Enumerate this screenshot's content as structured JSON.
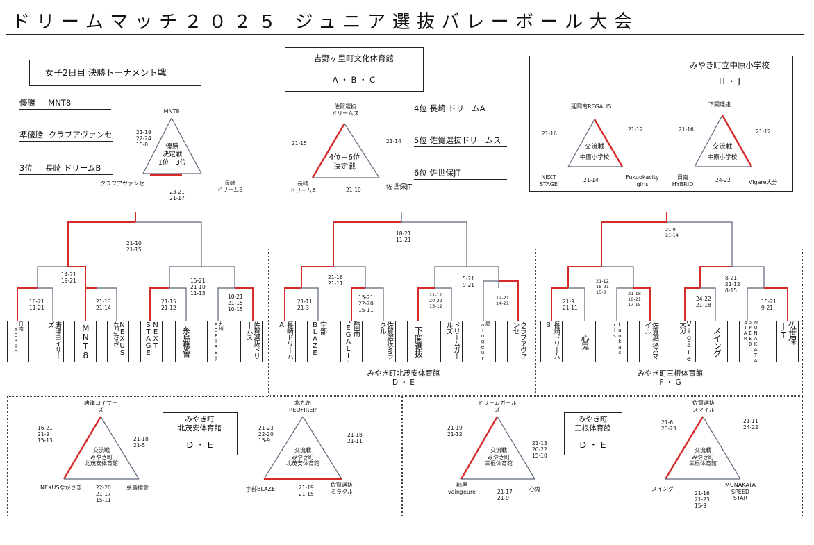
{
  "title": "ドリームマッチ２０２５ ジュニア選抜バレーボール大会",
  "colors": {
    "win_line": "#d62b2b",
    "lose_line": "#5a6478",
    "text": "#111111"
  },
  "left": {
    "heading": "女子2日目 決勝トーナメント戦",
    "results": [
      {
        "rank": "優勝",
        "team": "MNT8"
      },
      {
        "rank": "準優勝",
        "team": "クラブアヴァンセ"
      },
      {
        "rank": "3位",
        "team": "長崎 ドリームB"
      }
    ],
    "tri": {
      "top": "MNT8",
      "bl": "クラブアヴァンセ",
      "br1": "長崎",
      "br2": "ドリームB",
      "center": [
        "優勝",
        "決定戦",
        "1位－3位"
      ],
      "score_left": [
        "21-19",
        "22-24",
        "15-8"
      ],
      "score_bottom": [
        "23-21",
        "21-17"
      ]
    }
  },
  "center": {
    "venue": "吉野ヶ里町文化体育館",
    "courts": "A ・ B ・ C",
    "tri": {
      "top1": "佐賀選抜",
      "top2": "ドリームス",
      "bl1": "長崎",
      "bl2": "ドリームA",
      "br": "佐世保JT",
      "center": [
        "4位－6位",
        "決定戦"
      ],
      "score_left": "21-15",
      "score_right": "21-14",
      "score_bottom": "21-19"
    },
    "results": [
      {
        "rank": "4位",
        "team": "長崎 ドリームA"
      },
      {
        "rank": "5位",
        "team": "佐賀選抜ドリームス"
      },
      {
        "rank": "6位",
        "team": "佐世保JT"
      }
    ]
  },
  "right": {
    "venue": "みやき町立中原小学校",
    "courts": "H ・ J",
    "tri1": {
      "top": "延岡南REGALIS",
      "bl1": "NEXT",
      "bl2": "STAGE",
      "br1": "Fukuokacity",
      "br2": "girls",
      "center": [
        "交流戦",
        "中原小学校"
      ],
      "score_left": "21-16",
      "score_right": "21-12",
      "score_bottom": "21-14"
    },
    "tri2": {
      "top": "下関選抜",
      "bl1": "日南",
      "bl2": "HYBRID",
      "br": "Vigare大分",
      "center": [
        "交流戦",
        "中原小学校"
      ],
      "score_left": "21-16",
      "score_right": "21-12",
      "score_bottom": "24-22"
    }
  },
  "bracket": {
    "scores": {
      "a_final": [
        "21-10",
        "21-15"
      ],
      "a_l": [
        "14-21",
        "19-21"
      ],
      "a_r": [
        "15-21",
        "21-10",
        "11-15"
      ],
      "a_ll": [
        "16-21",
        "11-21"
      ],
      "a_lr": [
        "21-13",
        "21-14"
      ],
      "a_rl": [
        "21-15",
        "21-12"
      ],
      "a_rr": [
        "10-21",
        "21-15",
        "10-15"
      ],
      "b_final": [
        "18-21",
        "11-21"
      ],
      "b_l": [
        "21-16",
        "21-11"
      ],
      "b_r": [
        "5-21",
        "9-21"
      ],
      "b_ll": [
        "21-11",
        "21-3"
      ],
      "b_lr": [
        "15-21",
        "22-20",
        "15-11"
      ],
      "b_rl": [
        "21-11",
        "20-22",
        "15-12"
      ],
      "b_rr": [
        "12-21",
        "14-21"
      ],
      "c_final": [
        "21-9",
        "21-14"
      ],
      "c_l": [
        "21-12",
        "18-21",
        "15-8"
      ],
      "c_r": [
        "8-21",
        "21-12",
        "8-15"
      ],
      "c_ll": [
        "21-9",
        "21-11"
      ],
      "c_lr": [
        "21-18",
        "18-21",
        "17-15"
      ],
      "c_rl": [
        "24-22",
        "21-18"
      ],
      "c_rr": [
        "15-21",
        "9-21"
      ]
    },
    "teams": [
      "日南HYBRID",
      "唐津ヨイサーズ",
      "MNT8",
      "NEXUSながさき",
      "NEXT STAGE",
      "糸島櫻會",
      "北九州REDFIREJr",
      "佐賀選抜ドリームス",
      "長崎ドリームA",
      "宇部BLAZE",
      "延岡南REGALIS",
      "佐賀選抜ミラクル",
      "下関選抜",
      "ドリームガールズ",
      "粕屋vaingeure",
      "クラブアヴァンセ",
      "長崎ドリームB",
      "心鬼",
      "Fukuokacity girls",
      "佐賀選抜スマイル",
      "Vigare大分",
      "スイング",
      "MUNAKATA SPEED STAR",
      "佐世保JT"
    ],
    "venue_de": [
      "みやき町北茂安体育館",
      "D ・ E"
    ],
    "venue_fg": [
      "みやき町三根体育館",
      "F ・ G"
    ]
  },
  "bottom": {
    "tri1": {
      "top1": "唐津ヨイサー",
      "top2": "ズ",
      "bl": "NEXUSながさき",
      "br": "糸島櫻會",
      "center": [
        "交流戦",
        "みやき町",
        "北茂安体育館"
      ],
      "score_left": [
        "16-21",
        "21-9",
        "15-13"
      ],
      "score_right": [
        "21-18",
        "21-5"
      ],
      "score_bottom": [
        "22-20",
        "21-17",
        "15-11"
      ]
    },
    "venue1": {
      "name1": "みやき町",
      "name2": "北茂安体育館",
      "courts": "D ・ E"
    },
    "tri2": {
      "top1": "北九州",
      "top2": "REDFIREJr",
      "bl": "宇部BLAZE",
      "br1": "佐賀選抜",
      "br2": "ミラクル",
      "center": [
        "交流戦",
        "みやき町",
        "北茂安体育館"
      ],
      "score_left": [
        "21-23",
        "22-20",
        "15-9"
      ],
      "score_right": [
        "21-18",
        "21-11"
      ],
      "score_bottom": [
        "21-19",
        "21-15"
      ]
    },
    "tri3": {
      "top1": "ドリームガール",
      "top2": "ズ",
      "bl1": "粕屋",
      "bl2": "vaingeure",
      "br": "心鬼",
      "center": [
        "交流戦",
        "みやき町",
        "三根体育館"
      ],
      "score_left": [
        "21-19",
        "21-12"
      ],
      "score_right": [
        "21-13",
        "20-22",
        "15-10"
      ],
      "score_bottom": [
        "21-17",
        "21-9"
      ]
    },
    "venue2": {
      "name1": "みやき町",
      "name2": "三根体育館",
      "courts": "D ・ E"
    },
    "tri4": {
      "top1": "佐賀選抜",
      "top2": "スマイル",
      "bl": "スイング",
      "br1": "MUNAKATA",
      "br2": "SPEED",
      "br3": "STAR",
      "center": [
        "交流戦",
        "みやき町",
        "三根体育館"
      ],
      "score_left": [
        "21-6",
        "25-23"
      ],
      "score_right": [
        "21-11",
        "24-22"
      ],
      "score_bottom": [
        "21-16",
        "21-23",
        "15-9"
      ]
    }
  }
}
